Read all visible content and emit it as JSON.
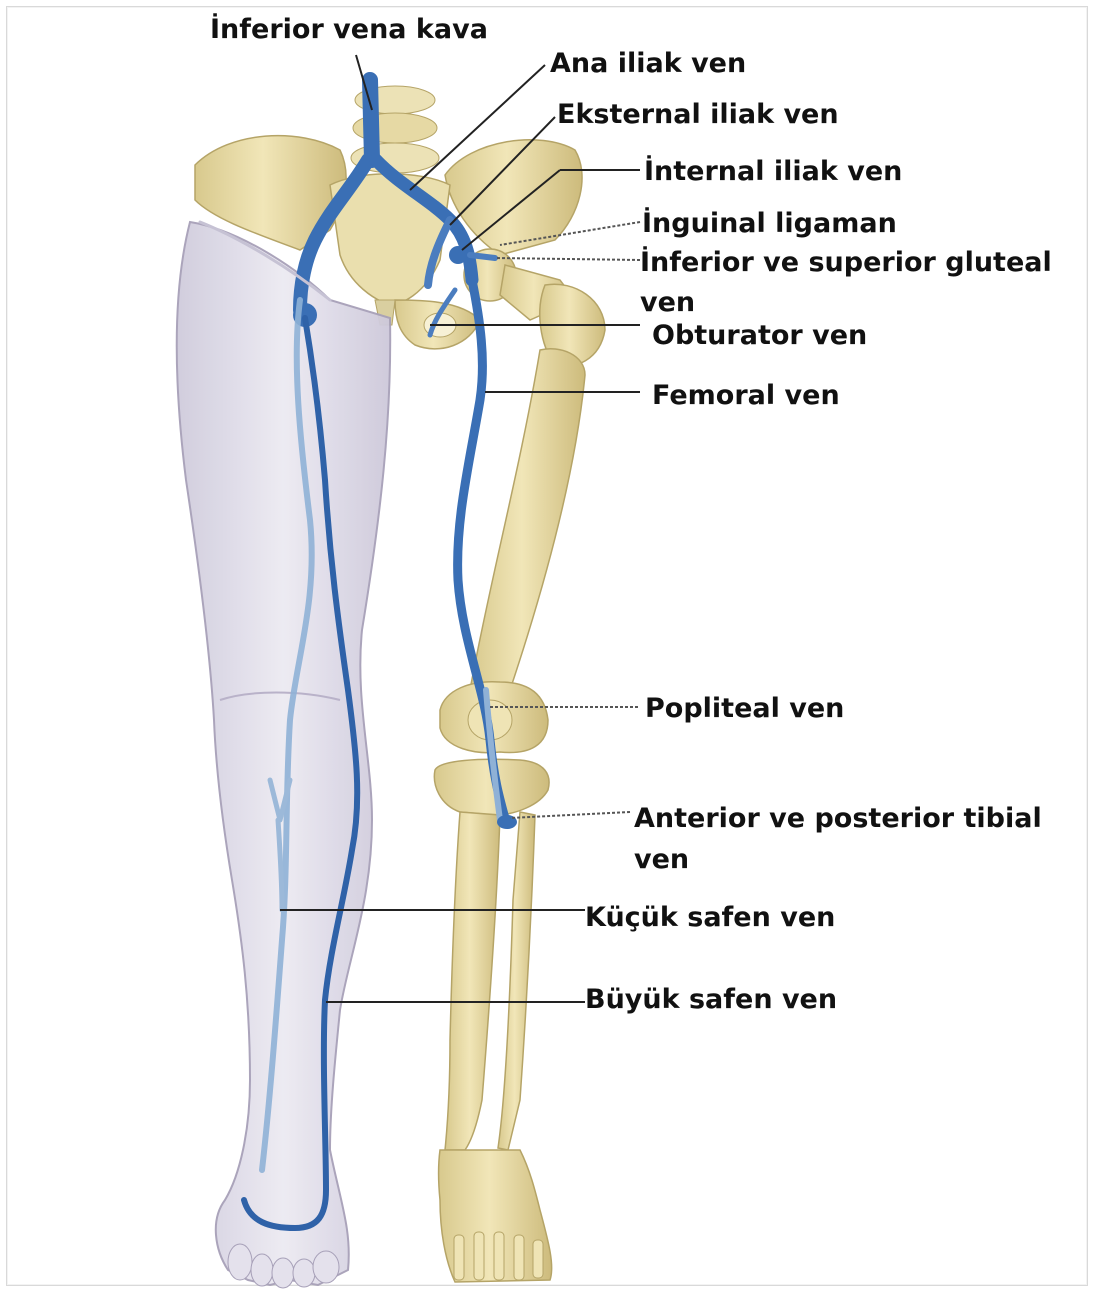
{
  "labels": {
    "inferior_vena_kava": "İnferior vena kava",
    "ana_iliak_ven": "Ana iliak ven",
    "eksternal_iliak_ven": "Eksternal iliak ven",
    "internal_iliak_ven": "İnternal iliak ven",
    "inguinal_ligaman": "İnguinal ligaman",
    "gluteal_line1": "İnferior ve superior gluteal",
    "gluteal_line2": "ven",
    "obturator_ven": "Obturator ven",
    "femoral_ven": "Femoral ven",
    "popliteal_ven": "Popliteal ven",
    "tibial_line1": "Anterior ve posterior tibial",
    "tibial_line2": "ven",
    "kucuk_safen_ven": "Küçük safen ven",
    "buyuk_safen_ven": "Büyük safen ven"
  },
  "colors": {
    "bone": "#e9dca6",
    "bone_shadow": "#c9b878",
    "leg_skin": "#dedbe8",
    "vein": "#3a6fb5",
    "vein_light": "#8fb1d6"
  }
}
